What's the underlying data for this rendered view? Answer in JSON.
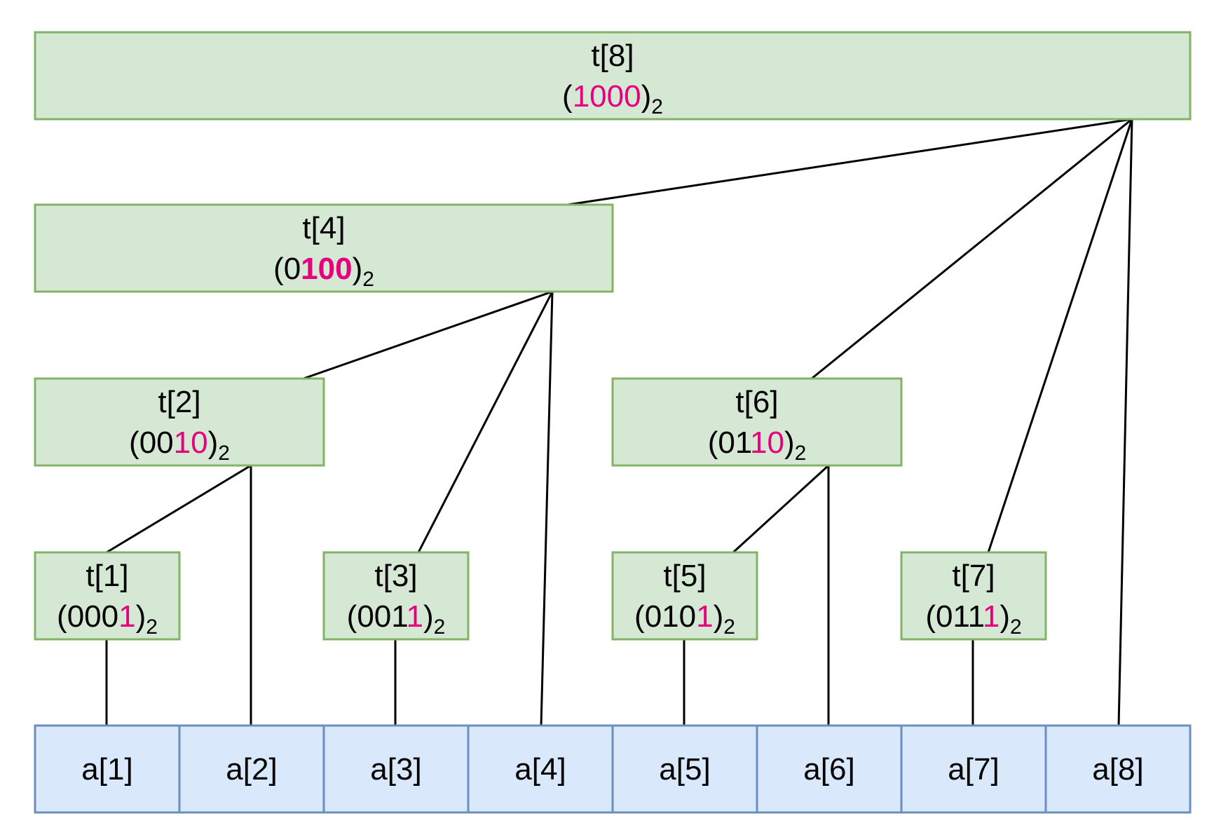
{
  "colors": {
    "tree_fill": "#d5e8d4",
    "tree_stroke": "#82b366",
    "array_fill": "#dae8fc",
    "array_stroke": "#6c8ebf",
    "highlight": "#e6007e",
    "edge": "#000000"
  },
  "tree_nodes": [
    {
      "id": "t8",
      "label": "t[8]",
      "bin_prefix": "(",
      "bin_plain": "",
      "bin_hl": "1000",
      "bin_suffix": ")",
      "base": "2",
      "bold_hl": false
    },
    {
      "id": "t4",
      "label": "t[4]",
      "bin_prefix": "(",
      "bin_plain": "0",
      "bin_hl": "100",
      "bin_suffix": ")",
      "base": "2",
      "bold_hl": true
    },
    {
      "id": "t2",
      "label": "t[2]",
      "bin_prefix": "(",
      "bin_plain": "00",
      "bin_hl": "10",
      "bin_suffix": ")",
      "base": "2",
      "bold_hl": false
    },
    {
      "id": "t6",
      "label": "t[6]",
      "bin_prefix": "(",
      "bin_plain": "01",
      "bin_hl": "10",
      "bin_suffix": ")",
      "base": "2",
      "bold_hl": false
    },
    {
      "id": "t1",
      "label": "t[1]",
      "bin_prefix": "(",
      "bin_plain": "000",
      "bin_hl": "1",
      "bin_suffix": ")",
      "base": "2",
      "bold_hl": false
    },
    {
      "id": "t3",
      "label": "t[3]",
      "bin_prefix": "(",
      "bin_plain": "001",
      "bin_hl": "1",
      "bin_suffix": ")",
      "base": "2",
      "bold_hl": false
    },
    {
      "id": "t5",
      "label": "t[5]",
      "bin_prefix": "(",
      "bin_plain": "010",
      "bin_hl": "1",
      "bin_suffix": ")",
      "base": "2",
      "bold_hl": false
    },
    {
      "id": "t7",
      "label": "t[7]",
      "bin_prefix": "(",
      "bin_plain": "011",
      "bin_hl": "1",
      "bin_suffix": ")",
      "base": "2",
      "bold_hl": false
    }
  ],
  "array_cells": [
    {
      "id": "a1",
      "label": "a[1]"
    },
    {
      "id": "a2",
      "label": "a[2]"
    },
    {
      "id": "a3",
      "label": "a[3]"
    },
    {
      "id": "a4",
      "label": "a[4]"
    },
    {
      "id": "a5",
      "label": "a[5]"
    },
    {
      "id": "a6",
      "label": "a[6]"
    },
    {
      "id": "a7",
      "label": "a[7]"
    },
    {
      "id": "a8",
      "label": "a[8]"
    }
  ],
  "edges": [
    {
      "from": "t8",
      "to": "t4"
    },
    {
      "from": "t8",
      "to": "t6"
    },
    {
      "from": "t8",
      "to": "t7"
    },
    {
      "from": "t8",
      "to": "a8"
    },
    {
      "from": "t4",
      "to": "t2"
    },
    {
      "from": "t4",
      "to": "t3"
    },
    {
      "from": "t4",
      "to": "a4"
    },
    {
      "from": "t2",
      "to": "t1"
    },
    {
      "from": "t2",
      "to": "a2"
    },
    {
      "from": "t6",
      "to": "t5"
    },
    {
      "from": "t6",
      "to": "a6"
    },
    {
      "from": "t1",
      "to": "a1"
    },
    {
      "from": "t3",
      "to": "a3"
    },
    {
      "from": "t5",
      "to": "a5"
    },
    {
      "from": "t7",
      "to": "a7"
    }
  ]
}
